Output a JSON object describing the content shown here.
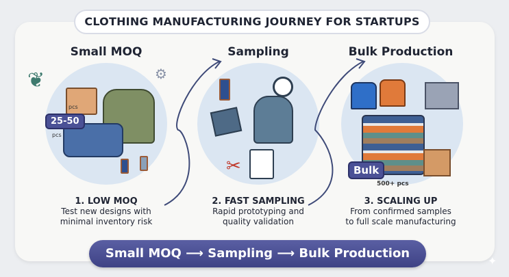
{
  "title": "CLOTHING MANUFACTURING JOURNEY FOR STARTUPS",
  "columns": [
    {
      "heading": "Small MOQ",
      "step": "1. LOW MOQ",
      "desc1": "Test new designs with",
      "desc2": "minimal inventory risk",
      "tag": "25-50",
      "tag_unit": "pcs",
      "box_unit": "pcs"
    },
    {
      "heading": "Sampling",
      "step": "2. FAST SAMPLING",
      "desc1": "Rapid prototyping and",
      "desc2": "quality validation"
    },
    {
      "heading": "Bulk Production",
      "step": "3. SCALING UP",
      "desc1": "From confirmed samples",
      "desc2": "to full scale manufacturing",
      "tag": "Bulk",
      "qty": "500+",
      "qty_unit": "pcs"
    }
  ],
  "flow": {
    "a": "Small MOQ",
    "b": "Sampling",
    "c": "Bulk Production",
    "arrow": "⟶"
  },
  "colors": {
    "accent": "#4b5196",
    "circle": "#dbe6f2",
    "orange": "#e07a3a",
    "denim": "#4a6fa8"
  }
}
